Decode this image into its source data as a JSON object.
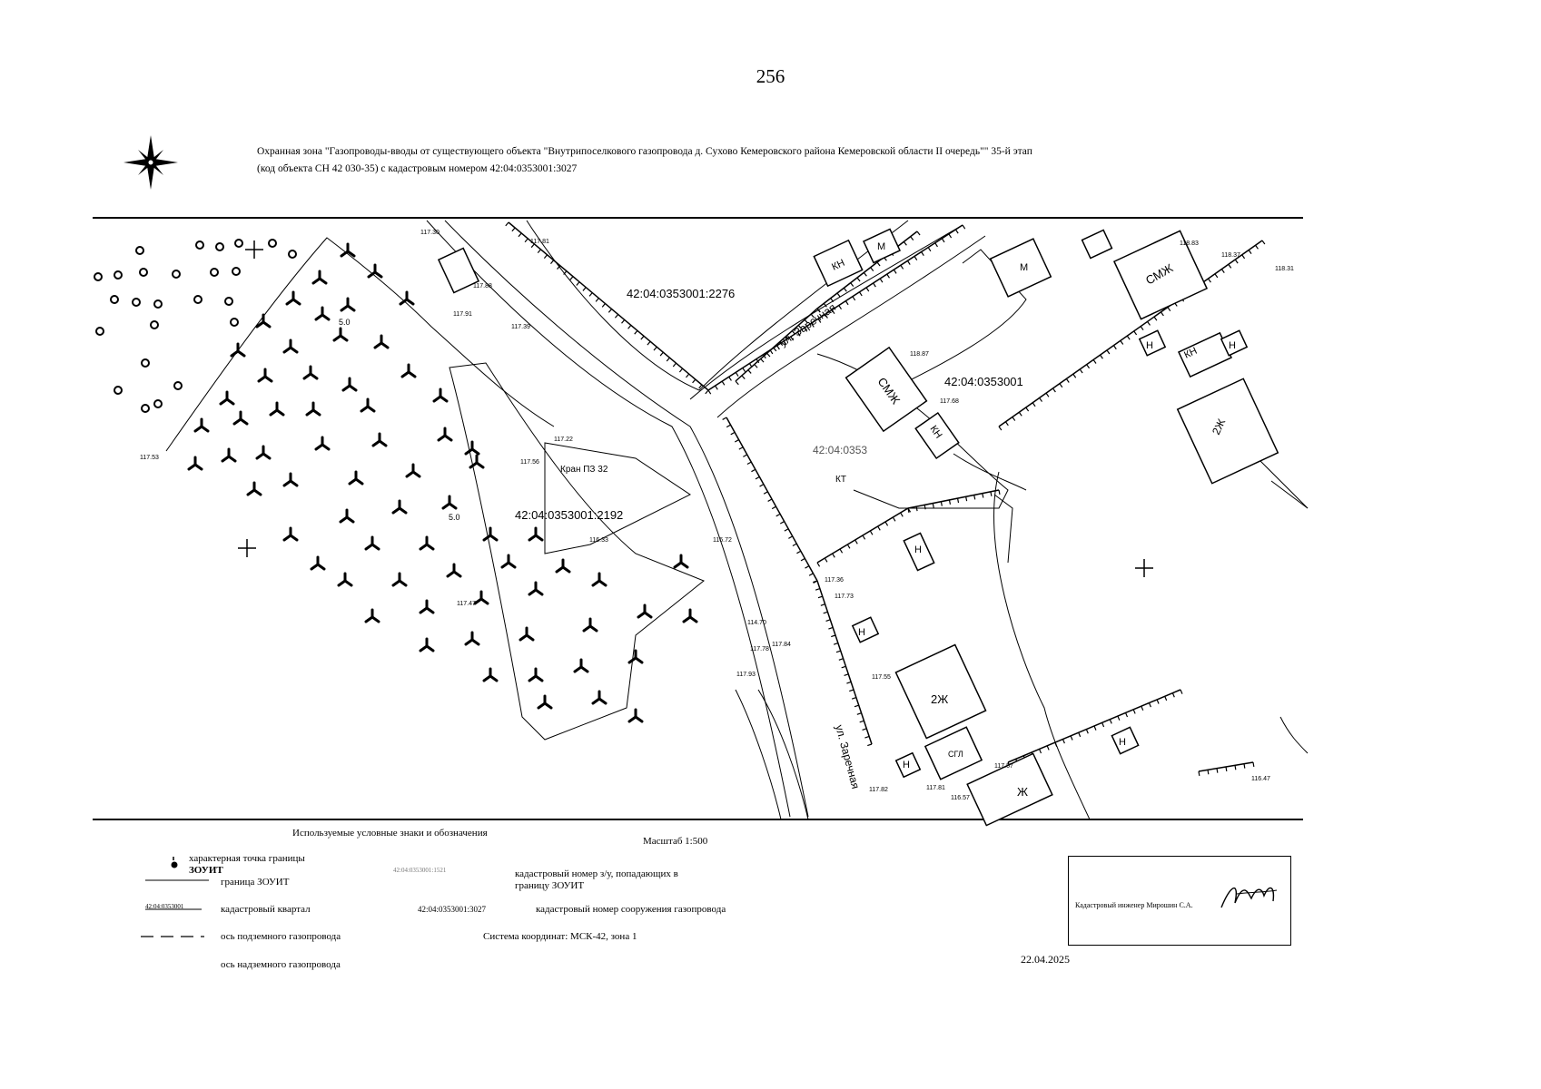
{
  "page_number": "256",
  "title": {
    "line1": "Охранная зона \"Газопроводы-вводы от существующего объекта \"Внутрипоселкового газопровода д. Сухово Кемеровского района Кемеровской области II очередь\"\" 35-й этап",
    "line2": "(код объекта СН 42 030-35) с кадастровым номером 42:04:0353001:3027"
  },
  "map_labels": {
    "parcel_2276": "42:04:0353001:2276",
    "quarter": "42:04:0353001",
    "quarter_partial": "42:04:0353",
    "parcel_2192": "42:04:0353001:2192",
    "street_1": "ул. Заречная",
    "street_2": "ул. Заречная",
    "kt": "КТ",
    "gas_pipe_label": "Кран ПЗ 32",
    "smzh_1": "СМЖ",
    "smzh_2": "СМЖ",
    "kn_1": "КН",
    "kn_2": "КН",
    "kn_3": "КН",
    "m_1": "М",
    "m_2": "М",
    "n_1": "Н",
    "n_2": "Н",
    "n_3": "Н",
    "n_4": "Н",
    "n_5": "Н",
    "n_6": "Н",
    "zh2_1": "2Ж",
    "zh2_2": "2Ж",
    "zh": "Ж",
    "sgl": "СГЛ",
    "h_5_0_a": "5.0",
    "h_5_0_b": "5.0",
    "elevations": [
      "117.30",
      "117.81",
      "117.88",
      "117.91",
      "117.39",
      "117.22",
      "117.56",
      "117.53",
      "116.72",
      "117.47",
      "116.33",
      "114.70",
      "117.36",
      "117.73",
      "117.84",
      "117.78",
      "117.93",
      "117.55",
      "117.57",
      "117.82",
      "117.81",
      "116.57",
      "116.47",
      "118.37",
      "118.83",
      "118.31",
      "118.87",
      "117.68"
    ]
  },
  "legend": {
    "heading": "Используемые условные знаки и обозначения",
    "scale": "Масштаб 1:500",
    "items": {
      "point_line1": "характерная точка границы",
      "point_line2": "ЗОУИТ",
      "boundary": "граница ЗОУИТ",
      "quarter_sample": "42:04:0353001",
      "quarter": "кадастровый квартал",
      "parcel_sample": "42:04:0353001:1521",
      "parcel_line1": "кадастровый номер з/у, попадающих в",
      "parcel_line2": "границу ЗОУИТ",
      "structure_sample": "42:04:0353001:3027",
      "structure": "кадастровый номер сооружения газопровода",
      "underground": "ось подземного газопровода",
      "aboveground": "ось надземного газопровода",
      "coords": "Система координат: МСК-42, зона 1"
    }
  },
  "signature": {
    "text": "Кадастровый инженер Мирошин С.А.",
    "date": "22.04.2025"
  }
}
